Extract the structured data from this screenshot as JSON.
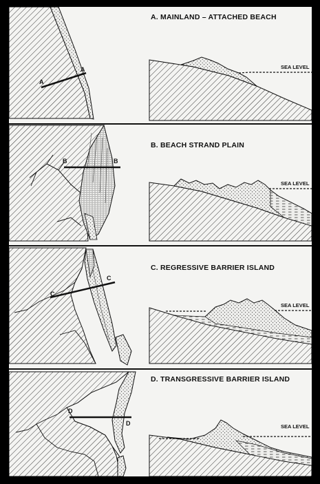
{
  "panels": [
    {
      "title": "A. MAINLAND – ATTACHED BEACH",
      "sea_label": "SEA LEVEL",
      "section_left": "A",
      "section_right": "A"
    },
    {
      "title": "B. BEACH STRAND PLAIN",
      "sea_label": "SEA LEVEL",
      "section_left": "B",
      "section_right": "B"
    },
    {
      "title": "C. REGRESSIVE BARRIER ISLAND",
      "sea_label": "SEA LEVEL",
      "section_left": "C",
      "section_right": "C"
    },
    {
      "title": "D. TRANSGRESSIVE BARRIER ISLAND",
      "sea_label": "SEA LEVEL",
      "section_left": "D",
      "section_right": "D"
    }
  ]
}
